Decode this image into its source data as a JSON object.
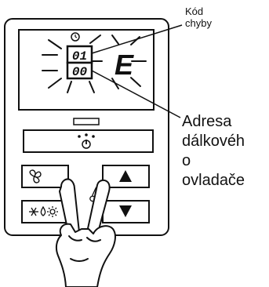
{
  "display": {
    "error_code": "01",
    "address": "00",
    "mode_letter": "E"
  },
  "callouts": {
    "error_code_label": [
      "Kód",
      "chyby"
    ],
    "address_label": [
      "Adresa",
      "dálkovéh",
      "o",
      "ovladače"
    ]
  },
  "icons": {
    "clock": "clock-icon",
    "power": "power-icon",
    "fan": "fan-icon",
    "modes": "mode-icons",
    "thermometer": "thermometer-icon",
    "up": "up-arrow-icon",
    "down": "down-arrow-icon"
  },
  "colors": {
    "line": "#111111",
    "lcd": "#ffffff",
    "body": "#ffffff",
    "skin": "#ffffff"
  }
}
